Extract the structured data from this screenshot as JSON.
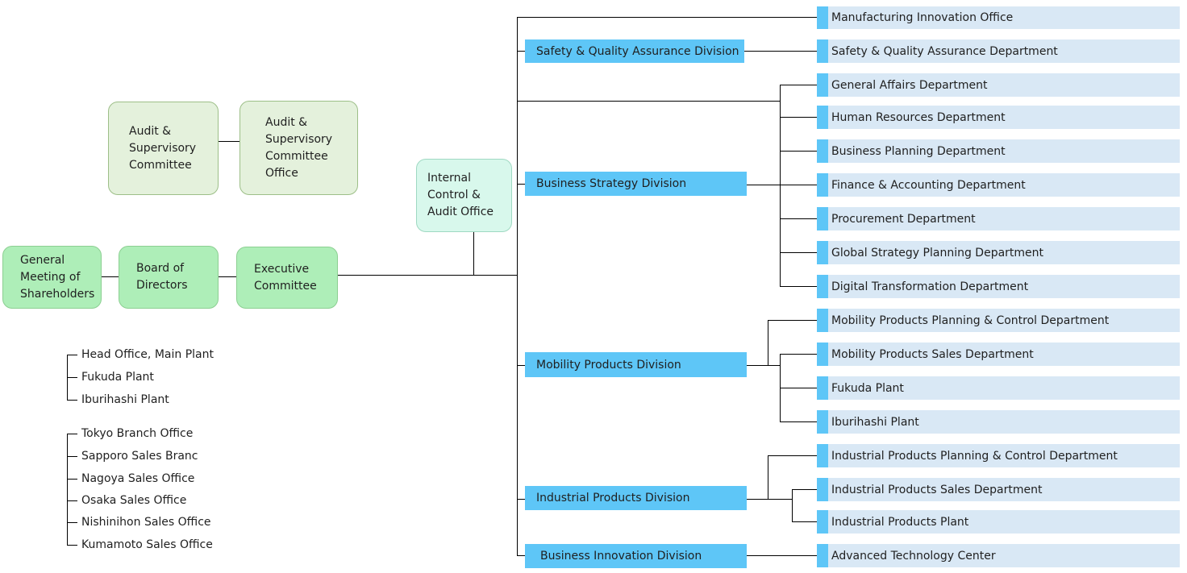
{
  "boxes": {
    "audit_committee": "Audit &\nSupervisory\nCommittee",
    "audit_committee_office": "Audit &\nSupervisory\nCommittee\nOffice",
    "internal_control": "Internal\nControl &\nAudit Office",
    "general_meeting": "General\nMeeting of\nShareholders",
    "board": "Board of\nDirectors",
    "executive": "Executive\nCommittee"
  },
  "divisions": {
    "safety": "Safety & Quality Assurance Division",
    "strategy": "Business Strategy Division",
    "mobility": "Mobility Products Division",
    "industrial": "Industrial Products Division",
    "innovation": "Business Innovation Division"
  },
  "departments": [
    "Manufacturing Innovation Office",
    "Safety & Quality Assurance Department",
    "General Affairs Department",
    "Human Resources Department",
    "Business Planning Department",
    "Finance & Accounting Department",
    "Procurement Department",
    "Global Strategy Planning Department",
    "Digital Transformation Department",
    "Mobility Products Planning & Control Department",
    "Mobility Products Sales Department",
    "Fukuda Plant",
    "Iburihashi Plant",
    "Industrial Products Planning & Control Department",
    "Industrial Products Sales Department",
    "Industrial Products Plant",
    "Advanced Technology Center"
  ],
  "plants": [
    "Head Office, Main Plant",
    "Fukuda Plant",
    "Iburihashi Plant"
  ],
  "offices": [
    "Tokyo Branch Office",
    "Sapporo Sales Branc",
    "Nagoya Sales Office",
    "Osaka Sales Office",
    "Nishinihon Sales Office",
    "Kumamoto Sales Office"
  ],
  "colors": {
    "green_box": "#aeeeb8",
    "pale_green_box": "#e4f1dc",
    "mint_box": "#d8f8ec",
    "division_blue": "#5ec6f7",
    "department_bg": "#d9e8f5",
    "line": "#000000"
  }
}
